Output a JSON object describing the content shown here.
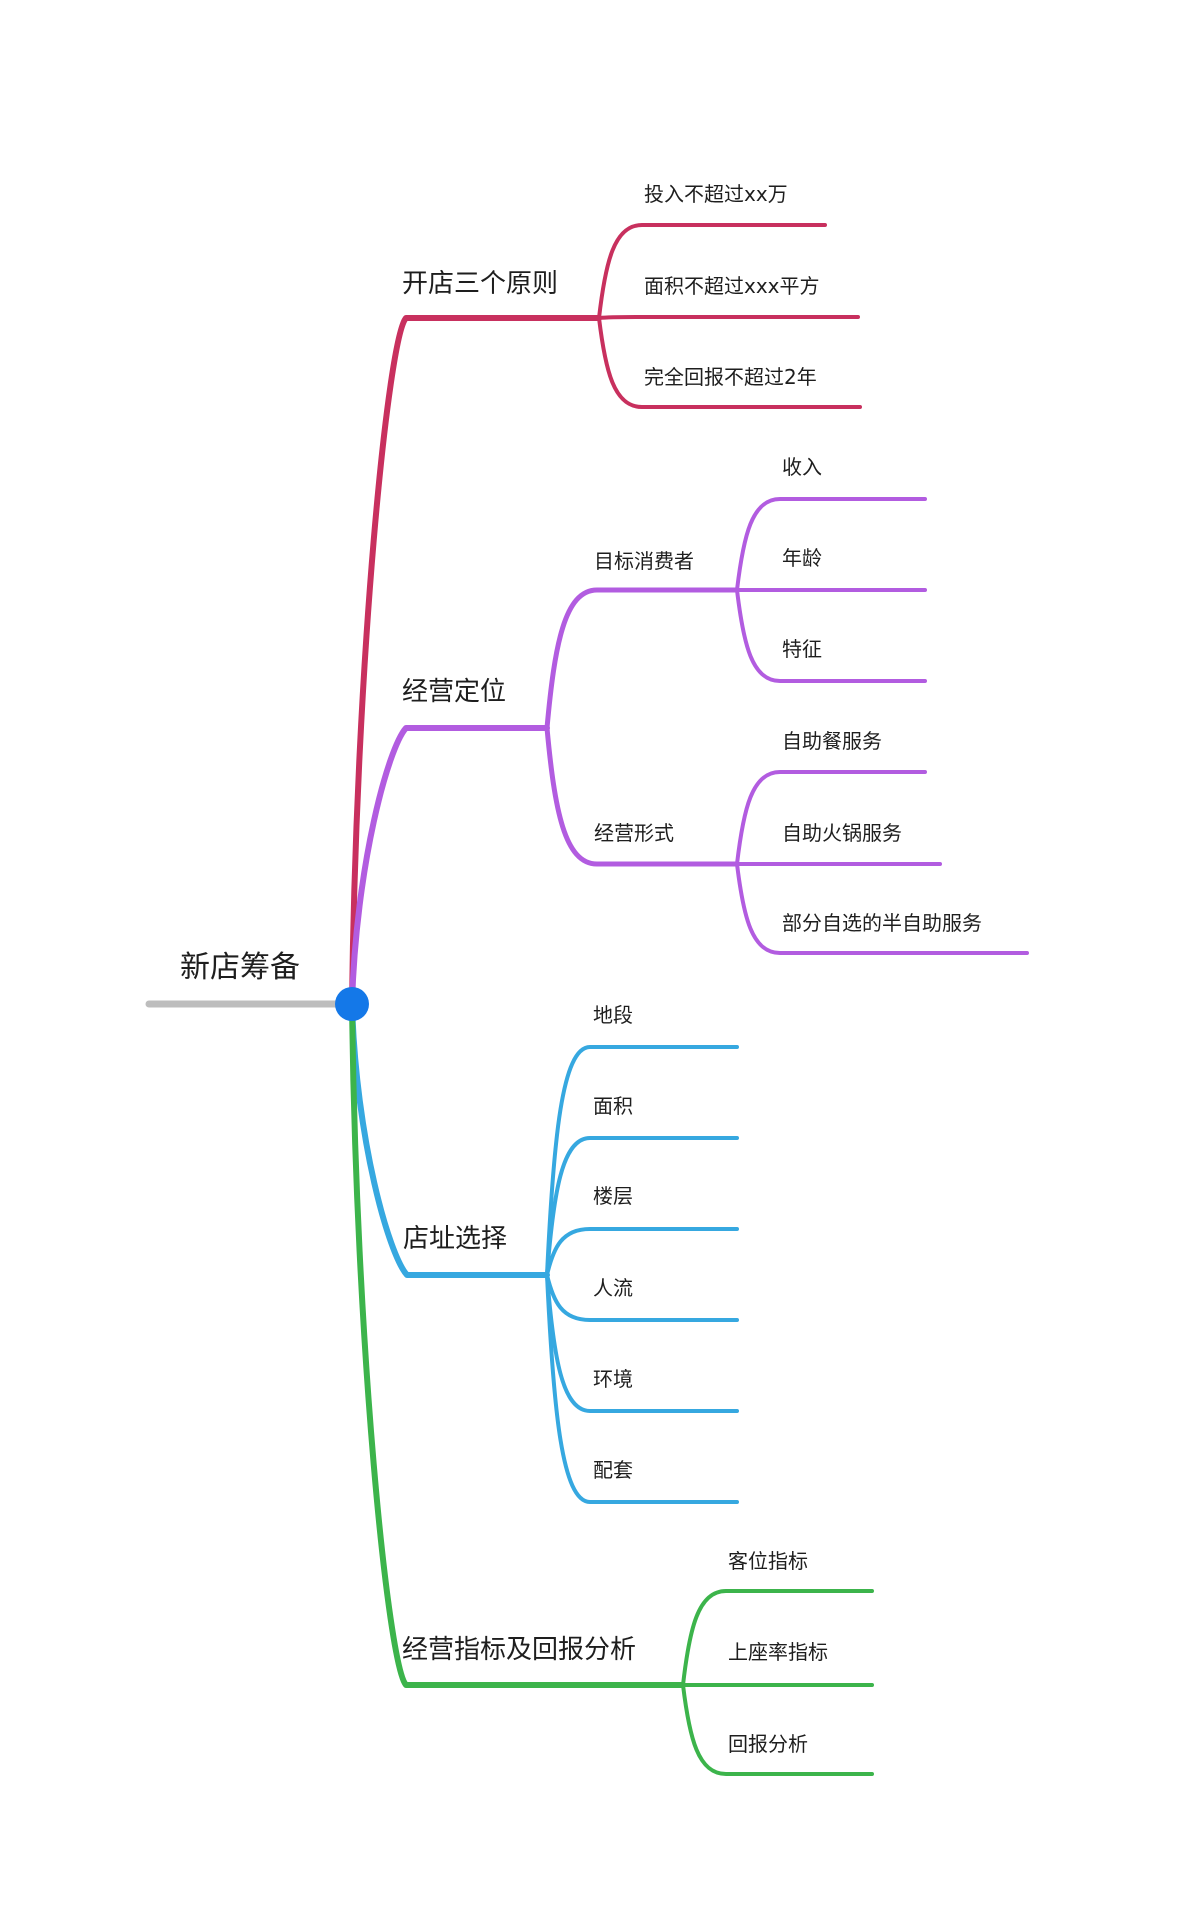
{
  "root": {
    "label": "新店筹备",
    "node_color": "#1478e8",
    "line_color": "#bdbdbd"
  },
  "branches": [
    {
      "label": "开店三个原则",
      "color": "#c8305e",
      "children": [
        {
          "label": "投入不超过xx万"
        },
        {
          "label": "面积不超过xxx平方"
        },
        {
          "label": "完全回报不超过2年"
        }
      ]
    },
    {
      "label": "经营定位",
      "color": "#b25ce0",
      "children": [
        {
          "label": "目标消费者",
          "children": [
            {
              "label": "收入"
            },
            {
              "label": "年龄"
            },
            {
              "label": "特征"
            }
          ]
        },
        {
          "label": "经营形式",
          "children": [
            {
              "label": "自助餐服务"
            },
            {
              "label": "自助火锅服务"
            },
            {
              "label": "部分自选的半自助服务"
            }
          ]
        }
      ]
    },
    {
      "label": "店址选择",
      "color": "#36a8e0",
      "children": [
        {
          "label": "地段"
        },
        {
          "label": "面积"
        },
        {
          "label": "楼层"
        },
        {
          "label": "人流"
        },
        {
          "label": "环境"
        },
        {
          "label": "配套"
        }
      ]
    },
    {
      "label": "经营指标及回报分析",
      "color": "#3cb44b",
      "children": [
        {
          "label": "客位指标"
        },
        {
          "label": "上座率指标"
        },
        {
          "label": "回报分析"
        }
      ]
    }
  ]
}
